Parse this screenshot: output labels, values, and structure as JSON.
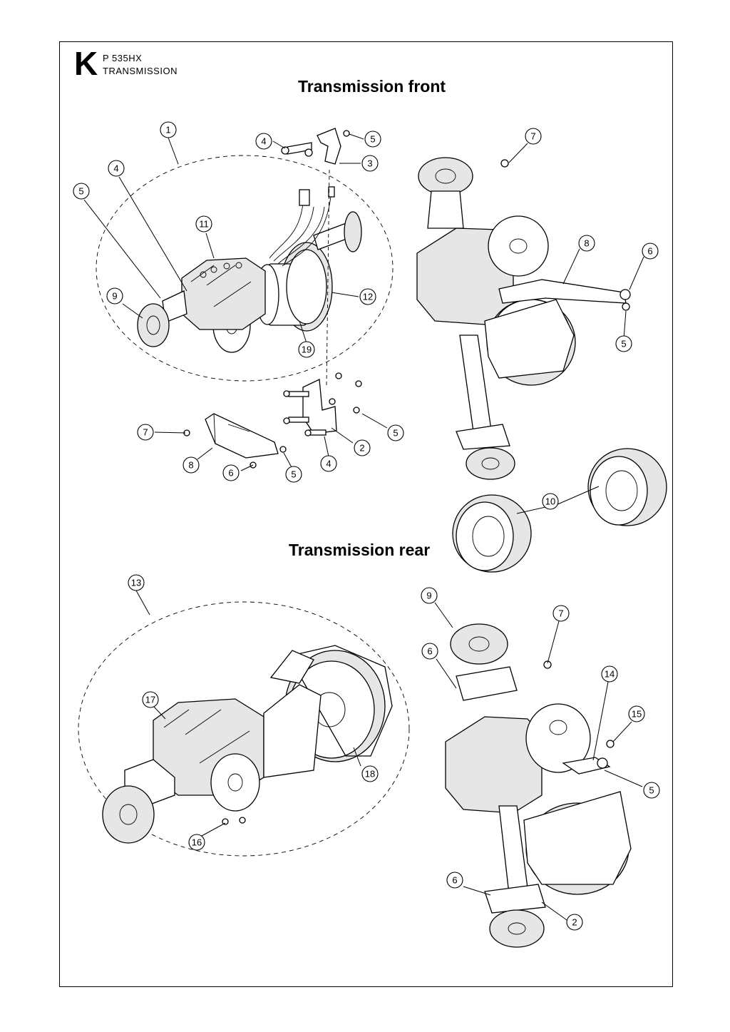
{
  "header": {
    "section_letter": "K",
    "model": "P 535HX",
    "section_title": "TRANSMISSION"
  },
  "headings": {
    "front": "Transmission front",
    "rear": "Transmission rear"
  },
  "callouts": {
    "c1": "1",
    "c2a": "2",
    "c2b": "2",
    "c3": "3",
    "c4a": "4",
    "c4b": "4",
    "c4c": "4",
    "c5a": "5",
    "c5b": "5",
    "c5c": "5",
    "c5d": "5",
    "c5e": "5",
    "c5f": "5",
    "c6a": "6",
    "c6b": "6",
    "c6c": "6",
    "c6d": "6",
    "c7a": "7",
    "c7b": "7",
    "c7c": "7",
    "c8a": "8",
    "c8b": "8",
    "c9a": "9",
    "c9b": "9",
    "c10": "10",
    "c11": "11",
    "c12": "12",
    "c13": "13",
    "c14": "14",
    "c15": "15",
    "c16": "16",
    "c17": "17",
    "c18": "18",
    "c19": "19"
  },
  "icons": {
    "front_transmission_assembly": "front-transmission-assembly-drawing",
    "rear_transmission_assembly": "rear-transmission-assembly-drawing",
    "wheel": "wheel-drawing"
  }
}
